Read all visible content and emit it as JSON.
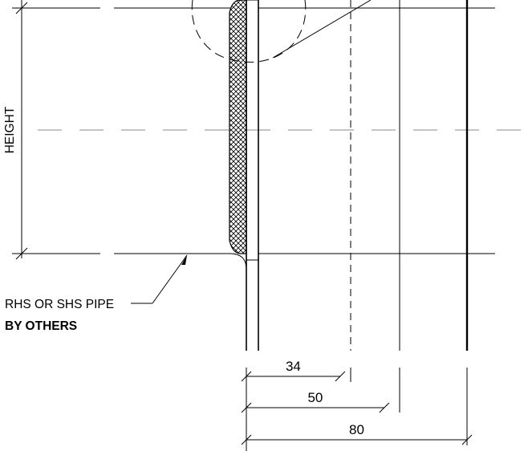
{
  "dimensions": {
    "height_label": "HEIGHT",
    "offsets": [
      {
        "value": 34,
        "label": "34"
      },
      {
        "value": 50,
        "label": "50"
      },
      {
        "value": 80,
        "label": "80"
      }
    ]
  },
  "notes": {
    "pipe_line1": "RHS OR SHS PIPE",
    "pipe_line2": "BY OTHERS"
  },
  "colors": {
    "ink": "#000000",
    "centerline": "#a0a0a0"
  }
}
